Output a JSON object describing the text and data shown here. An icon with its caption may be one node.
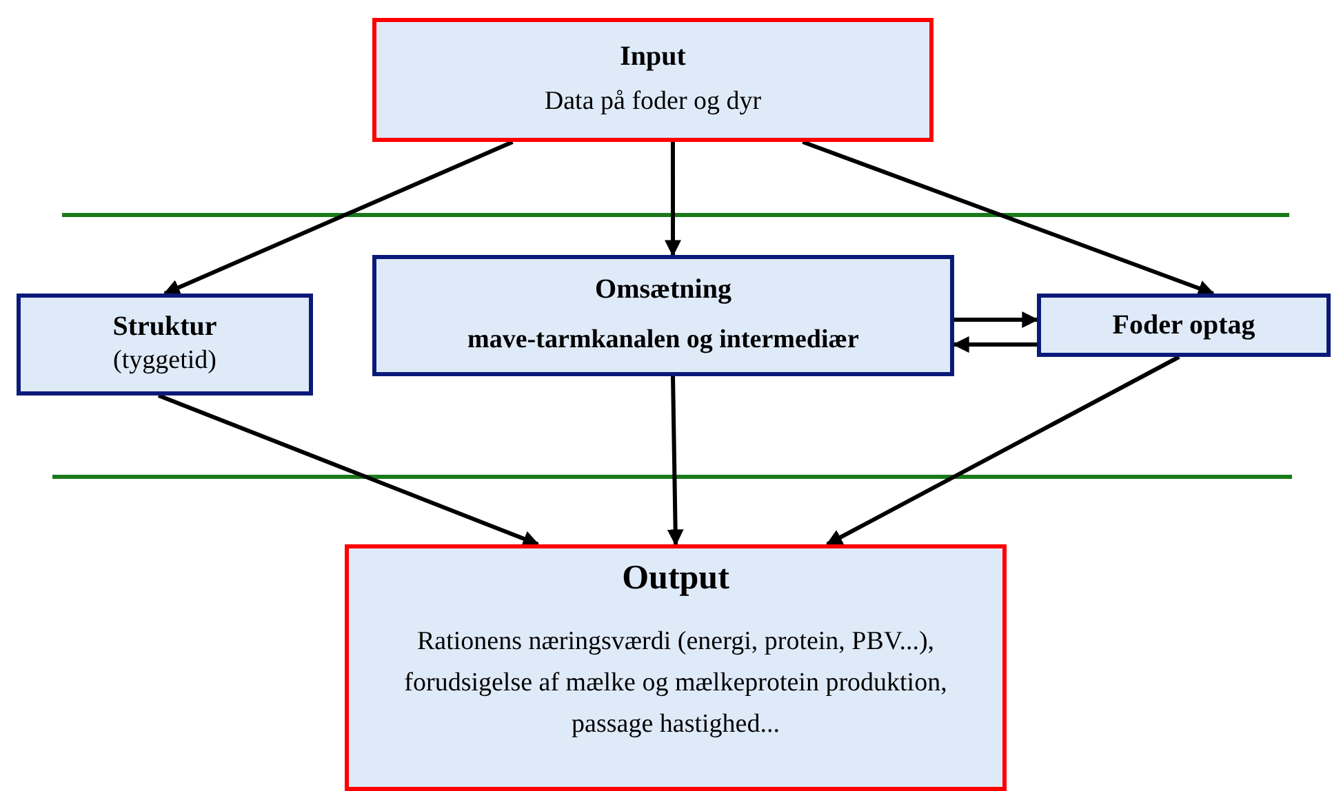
{
  "diagram": {
    "nodes": [
      {
        "text": [
          "Input",
          "Data på foder og dyr"
        ]
      },
      {
        "text": [
          "Struktur",
          "(tyggetid)"
        ]
      },
      {
        "text": [
          "Omsætning",
          "mave-tarmkanalen og intermediær"
        ]
      },
      {
        "text": [
          "Foder optag"
        ]
      },
      {
        "text": [
          "Output",
          "Rationens næringsværdi (energi, protein, PBV...), forudsigelse af mælke og mælkeprotein produktion, passage hastighed..."
        ]
      }
    ],
    "edges": [
      {
        "from": 0,
        "to": 1,
        "arrow": "to"
      },
      {
        "from": 0,
        "to": 2,
        "arrow": "to"
      },
      {
        "from": 0,
        "to": 3,
        "arrow": "to"
      },
      {
        "from": 2,
        "to": 3,
        "arrow": "to"
      },
      {
        "from": 3,
        "to": 2,
        "arrow": "to"
      },
      {
        "from": 1,
        "to": 4,
        "arrow": "to"
      },
      {
        "from": 2,
        "to": 4,
        "arrow": "to"
      },
      {
        "from": 3,
        "to": 4,
        "arrow": "to"
      }
    ]
  }
}
